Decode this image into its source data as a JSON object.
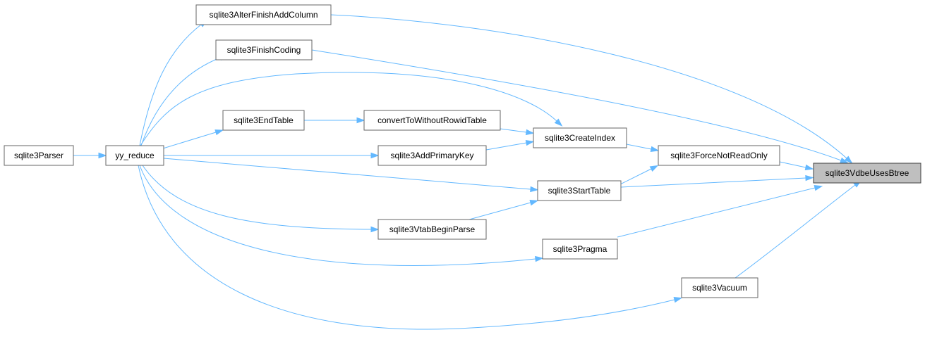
{
  "graph": {
    "nodes": [
      {
        "id": "vdbe",
        "label": "sqlite3VdbeUsesBtree",
        "highlight": true
      },
      {
        "id": "alter",
        "label": "sqlite3AlterFinishAddColumn"
      },
      {
        "id": "finish",
        "label": "sqlite3FinishCoding"
      },
      {
        "id": "endtable",
        "label": "sqlite3EndTable"
      },
      {
        "id": "convert",
        "label": "convertToWithoutRowidTable"
      },
      {
        "id": "createidx",
        "label": "sqlite3CreateIndex"
      },
      {
        "id": "force",
        "label": "sqlite3ForceNotReadOnly"
      },
      {
        "id": "parser",
        "label": "sqlite3Parser"
      },
      {
        "id": "yy",
        "label": "yy_reduce"
      },
      {
        "id": "addpk",
        "label": "sqlite3AddPrimaryKey"
      },
      {
        "id": "starttable",
        "label": "sqlite3StartTable"
      },
      {
        "id": "vtab",
        "label": "sqlite3VtabBeginParse"
      },
      {
        "id": "pragma",
        "label": "sqlite3Pragma"
      },
      {
        "id": "vacuum",
        "label": "sqlite3Vacuum"
      }
    ],
    "edges": [
      {
        "from": "alter",
        "to": "vdbe"
      },
      {
        "from": "finish",
        "to": "vdbe"
      },
      {
        "from": "force",
        "to": "vdbe"
      },
      {
        "from": "starttable",
        "to": "vdbe"
      },
      {
        "from": "pragma",
        "to": "vdbe"
      },
      {
        "from": "vacuum",
        "to": "vdbe"
      },
      {
        "from": "yy",
        "to": "alter"
      },
      {
        "from": "yy",
        "to": "finish"
      },
      {
        "from": "yy",
        "to": "createidx"
      },
      {
        "from": "yy",
        "to": "endtable"
      },
      {
        "from": "yy",
        "to": "addpk"
      },
      {
        "from": "yy",
        "to": "starttable"
      },
      {
        "from": "yy",
        "to": "vtab"
      },
      {
        "from": "yy",
        "to": "pragma"
      },
      {
        "from": "yy",
        "to": "vacuum"
      },
      {
        "from": "endtable",
        "to": "convert"
      },
      {
        "from": "convert",
        "to": "createidx"
      },
      {
        "from": "addpk",
        "to": "createidx"
      },
      {
        "from": "createidx",
        "to": "force"
      },
      {
        "from": "starttable",
        "to": "force"
      },
      {
        "from": "vtab",
        "to": "starttable"
      },
      {
        "from": "parser",
        "to": "yy"
      }
    ]
  }
}
